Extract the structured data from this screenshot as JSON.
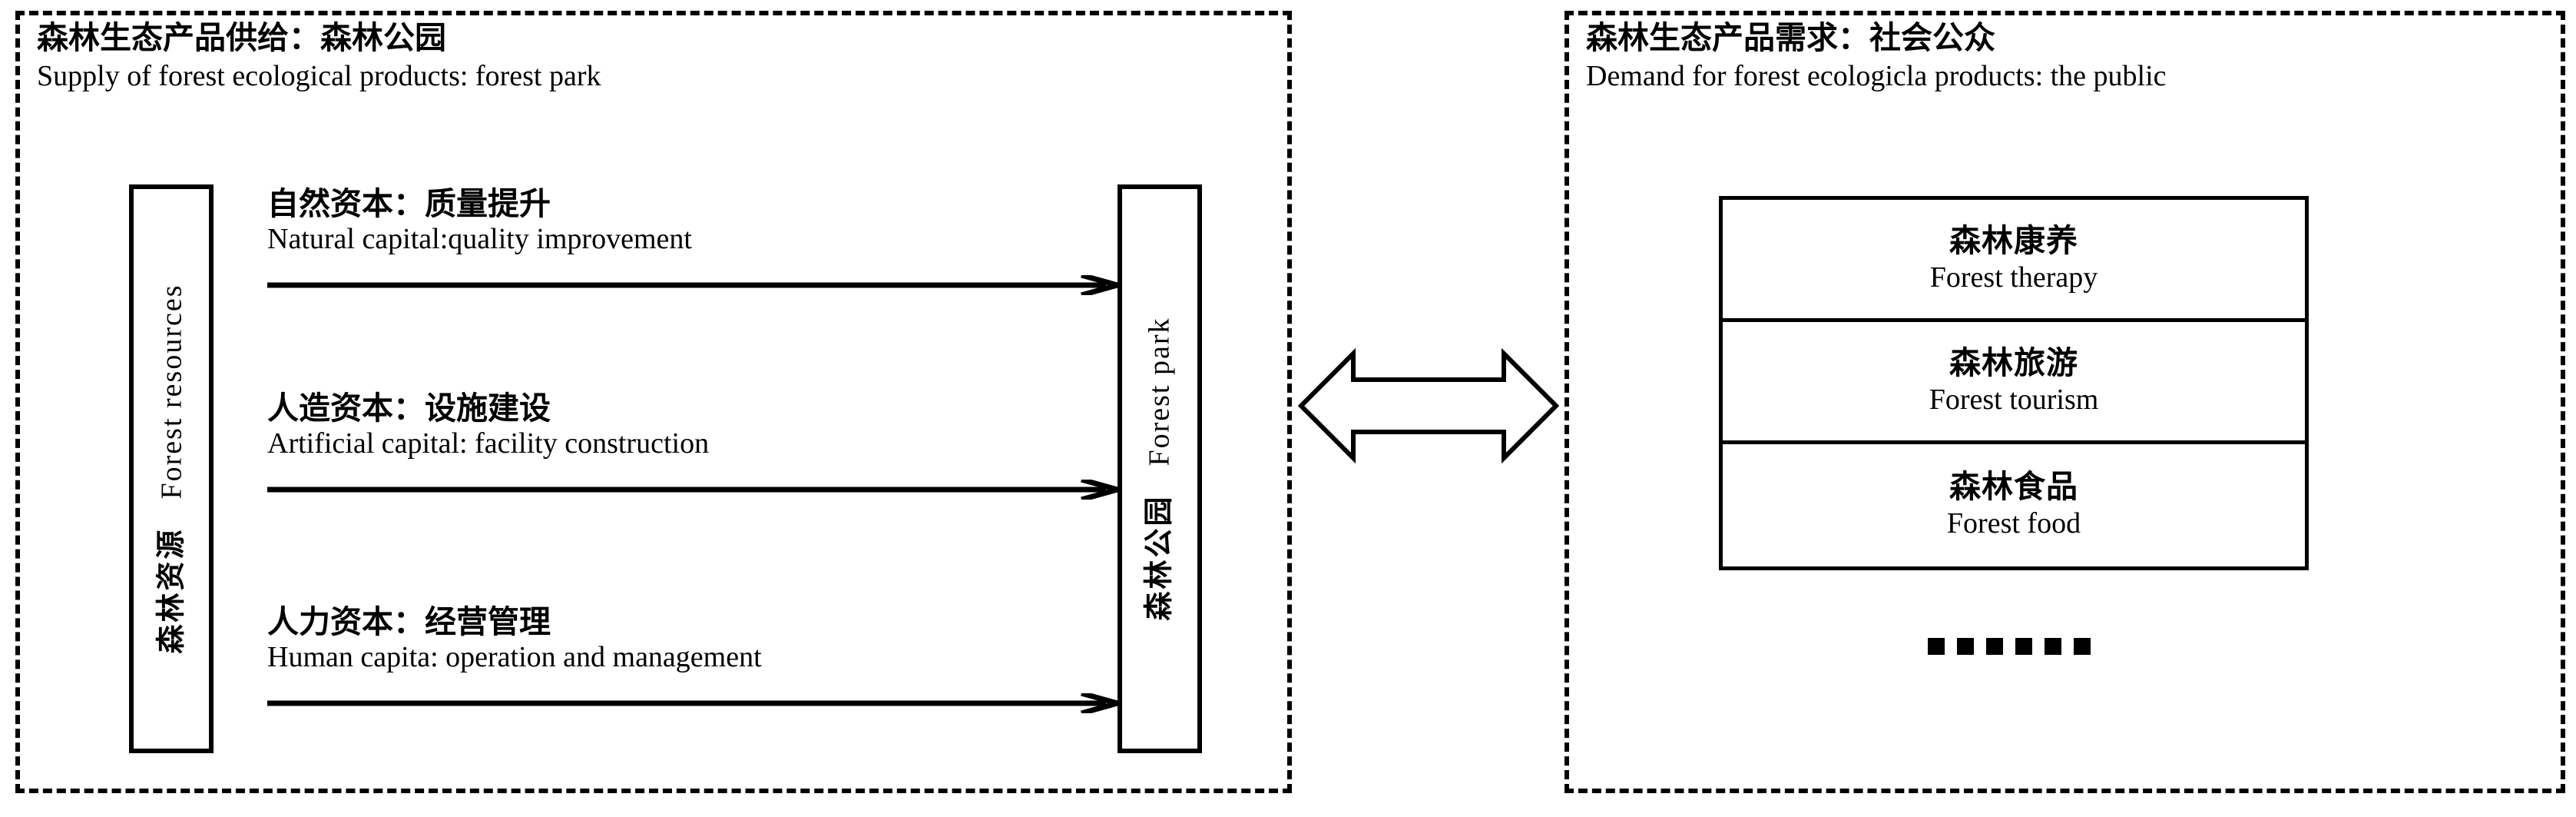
{
  "supply": {
    "title_cn": "森林生态产品供给：森林公园",
    "title_en": "Supply of forest ecological products: forest park",
    "source_box": {
      "cn": "森林资源",
      "en": "Forest resources"
    },
    "target_box": {
      "cn": "森林公园",
      "en": "Forest park"
    },
    "flows": [
      {
        "cn": "自然资本：质量提升",
        "en": "Natural capital:quality improvement"
      },
      {
        "cn": "人造资本：设施建设",
        "en": "Artificial capital: facility construction"
      },
      {
        "cn": "人力资本：经营管理",
        "en": "Human capita: operation and management"
      }
    ]
  },
  "demand": {
    "title_cn": "森林生态产品需求：社会公众",
    "title_en": "Demand for forest ecologicla products: the public",
    "items": [
      {
        "cn": "森林康养",
        "en": "Forest therapy"
      },
      {
        "cn": "森林旅游",
        "en": "Forest tourism"
      },
      {
        "cn": "森林食品",
        "en": "Forest food"
      }
    ],
    "ellipsis": "······"
  },
  "link": {
    "icon": "double-headed-arrow"
  },
  "colors": {
    "stroke": "#000000",
    "background": "#ffffff"
  }
}
